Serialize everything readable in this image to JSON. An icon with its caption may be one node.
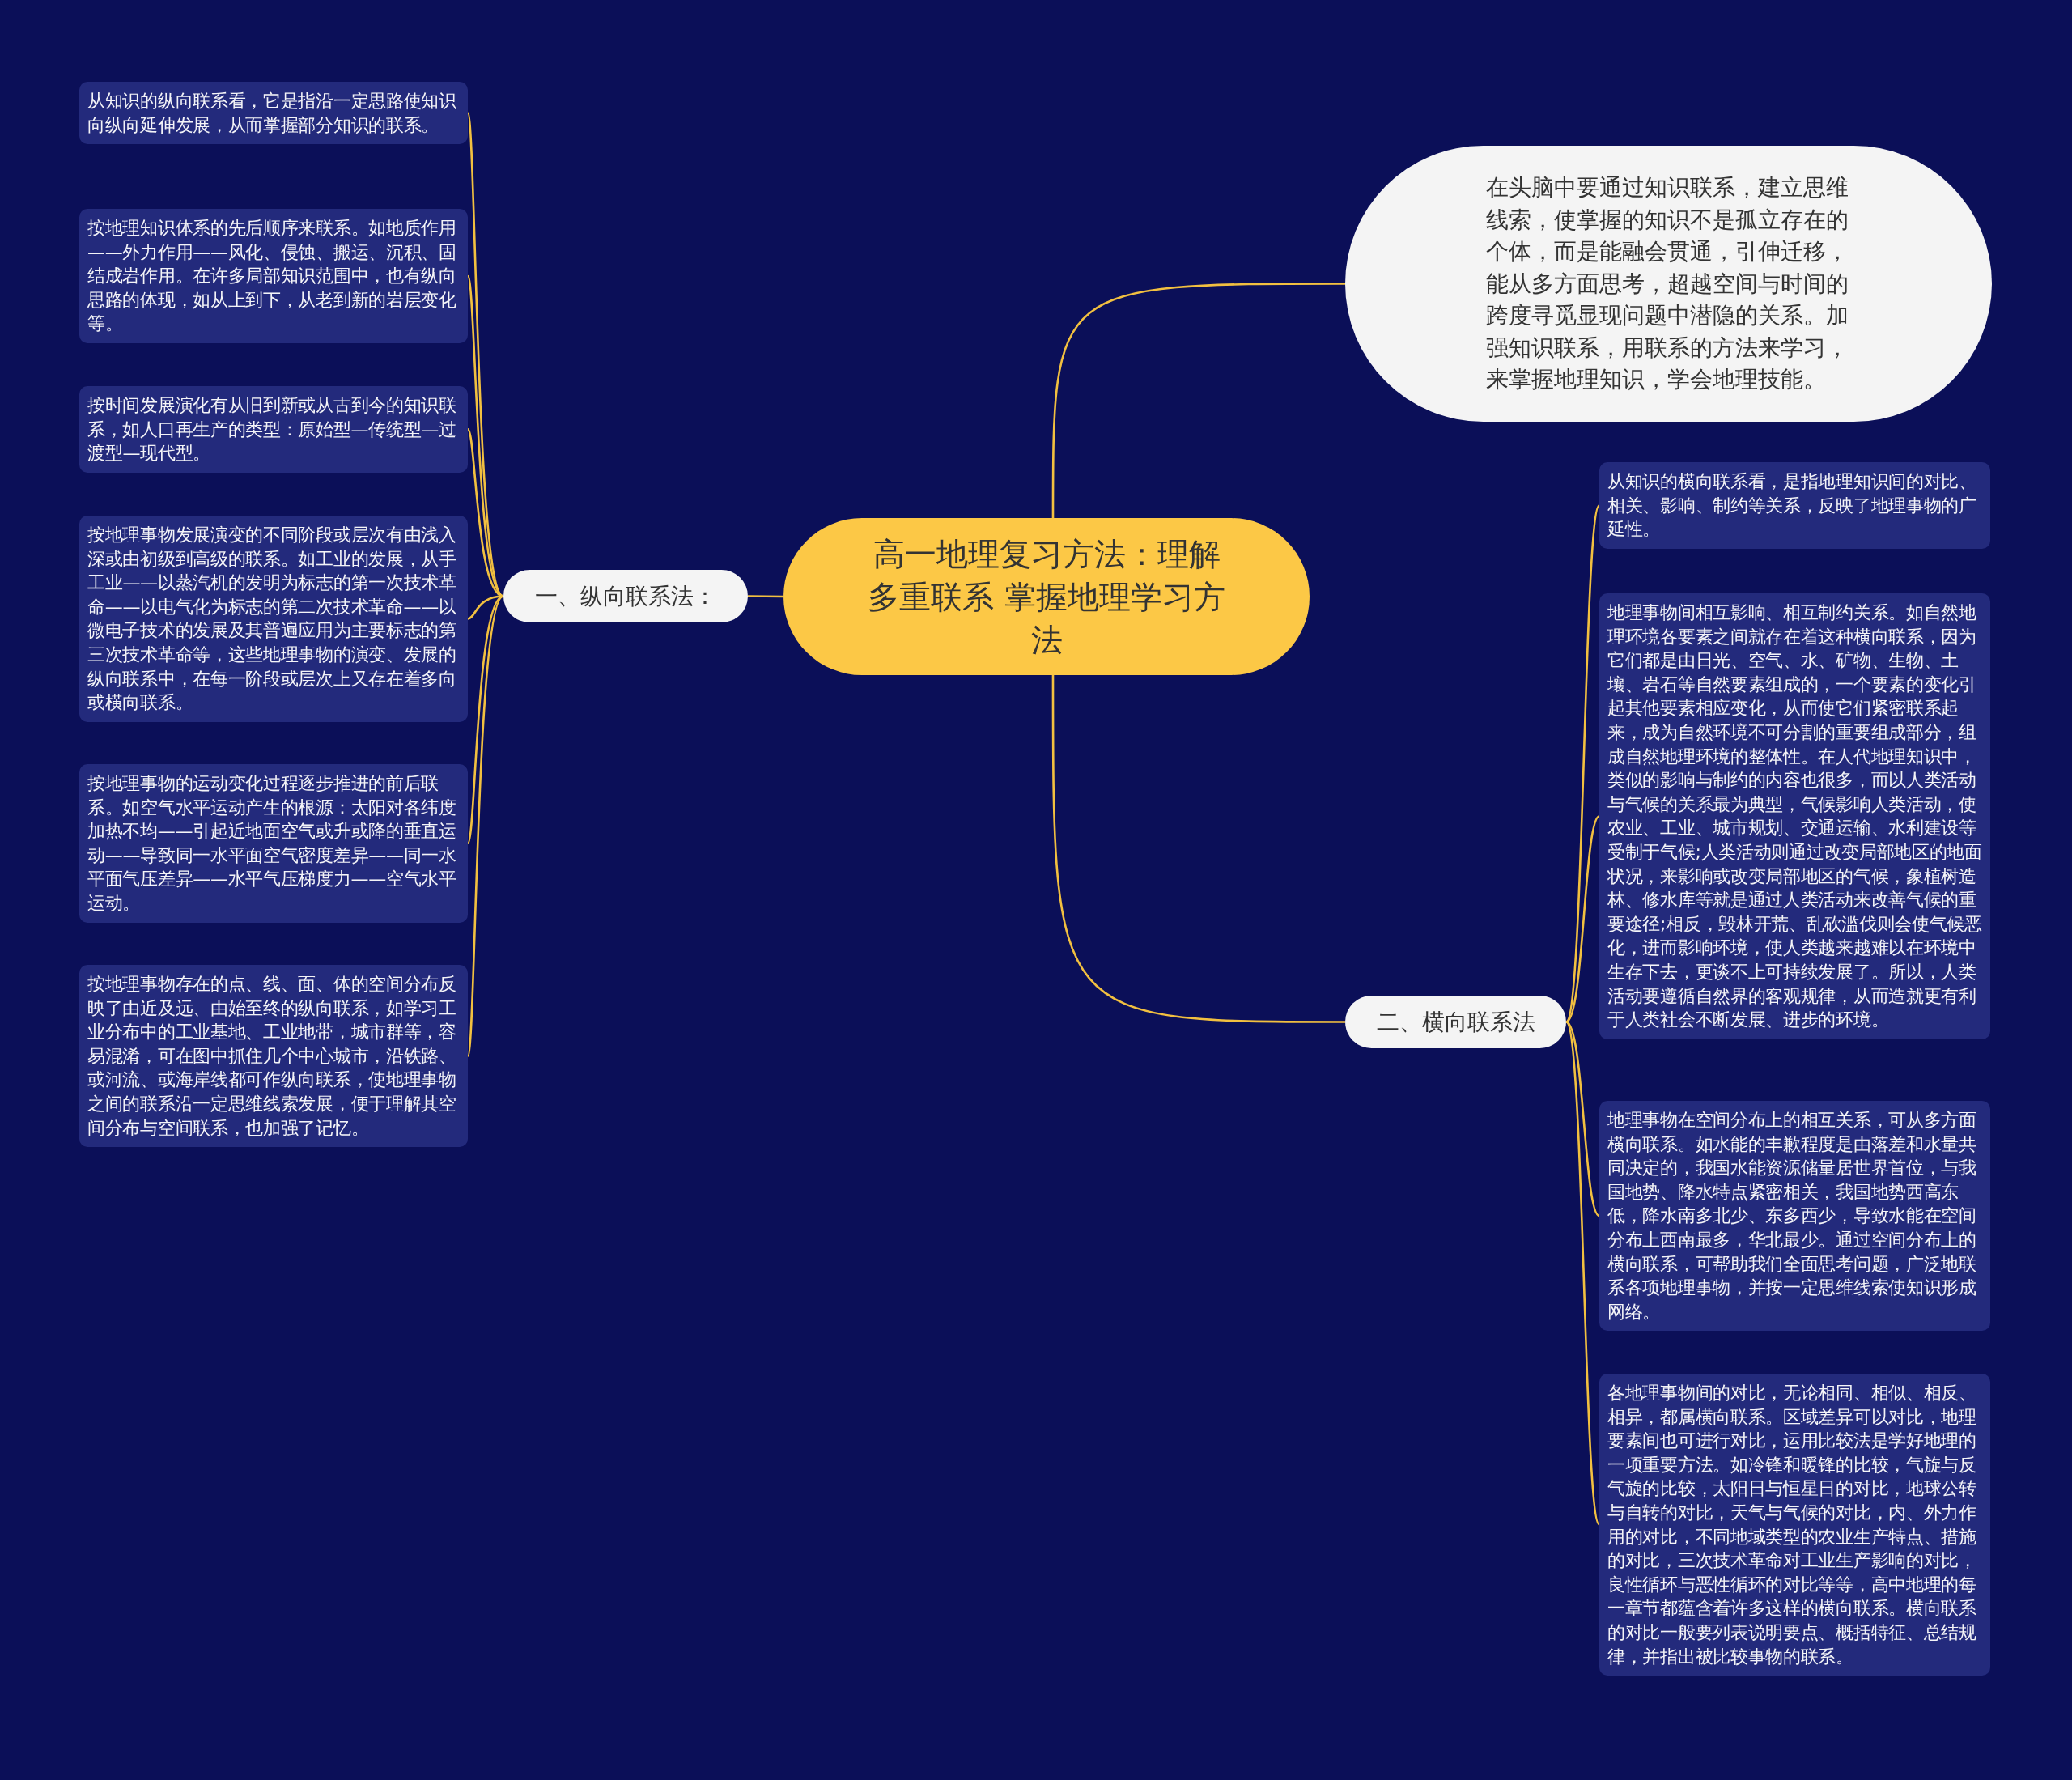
{
  "diagram": {
    "nodes": [
      {
        "text": [
          "高一地理复习方法：理解多重联系 掌握地理学习方法"
        ]
      },
      {
        "text": [
          "一、纵向联系法："
        ]
      },
      {
        "text": [
          "从知识的纵向联系看，它是指沿一定思路使知识向纵向延伸发展，从而掌握部分知识的联系。"
        ]
      },
      {
        "text": [
          "按地理知识体系的先后顺序来联系。如地质作用——外力作用——风化、侵蚀、搬运、沉积、固结成岩作用。在许多局部知识范围中，也有纵向思路的体现，如从上到下，从老到新的岩层变化等。"
        ]
      },
      {
        "text": [
          "按时间发展演化有从旧到新或从古到今的知识联系，如人口再生产的类型：原始型—传统型—过渡型—现代型。"
        ]
      },
      {
        "text": [
          "按地理事物发展演变的不同阶段或层次有由浅入深或由初级到高级的联系。如工业的发展，从手工业——以蒸汽机的发明为标志的第一次技术革命——以电气化为标志的第二次技术革命——以微电子技术的发展及其普遍应用为主要标志的第三次技术革命等，这些地理事物的演变、发展的纵向联系中，在每一阶段或层次上又存在着多向或横向联系。"
        ]
      },
      {
        "text": [
          "按地理事物的运动变化过程逐步推进的前后联系。如空气水平运动产生的根源：太阳对各纬度加热不均——引起近地面空气或升或降的垂直运动——导致同一水平面空气密度差异——同一水平面气压差异——水平气压梯度力——空气水平运动。"
        ]
      },
      {
        "text": [
          "按地理事物存在的点、线、面、体的空间分布反映了由近及远、由始至终的纵向联系，如学习工业分布中的工业基地、工业地带，城市群等，容易混淆，可在图中抓住几个中心城市，沿铁路、或河流、或海岸线都可作纵向联系，使地理事物之间的联系沿一定思维线索发展，便于理解其空间分布与空间联系，也加强了记忆。"
        ]
      },
      {
        "text": [
          "在头脑中要通过知识联系，建立思维线索，使掌握的知识不是孤立存在的个体，而是能融会贯通，引伸迁移，能从多方面思考，超越空间与时间的跨度寻觅显现问题中潜隐的关系。加强知识联系，用联系的方法来学习，来掌握地理知识，学会地理技能。"
        ]
      },
      {
        "text": [
          "二、横向联系法"
        ]
      },
      {
        "text": [
          "从知识的横向联系看，是指地理知识间的对比、相关、影响、制约等关系，反映了地理事物的广延性。"
        ]
      },
      {
        "text": [
          "地理事物间相互影响、相互制约关系。如自然地理环境各要素之间就存在着这种横向联系，因为它们都是由日光、空气、水、矿物、生物、土壤、岩石等自然要素组成的，一个要素的变化引起其他要素相应变化，从而使它们紧密联系起来，成为自然环境不可分割的重要组成部分，组成自然地理环境的整体性。在人代地理知识中，类似的影响与制约的内容也很多，而以人类活动与气候的关系最为典型，气候影响人类活动，使农业、工业、城市规划、交通运输、水利建设等受制于气候;人类活动则通过改变局部地区的地面状况，来影响或改变局部地区的气候，象植树造林、修水库等就是通过人类活动来改善气候的重要途径;相反，毁林开荒、乱砍滥伐则会使气候恶化，进而影响环境，使人类越来越难以在环境中生存下去，更谈不上可持续发展了。所以，人类活动要遵循自然界的客观规律，从而造就更有利于人类社会不断发展、进步的环境。"
        ]
      },
      {
        "text": [
          "地理事物在空间分布上的相互关系，可从多方面横向联系。如水能的丰歉程度是由落差和水量共同决定的，我国水能资源储量居世界首位，与我国地势、降水特点紧密相关，我国地势西高东低，降水南多北少、东多西少，导致水能在空间分布上西南最多，华北最少。通过空间分布上的横向联系，可帮助我们全面思考问题，广泛地联系各项地理事物，并按一定思维线索使知识形成网络。"
        ]
      },
      {
        "text": [
          "各地理事物间的对比，无论相同、相似、相反、相异，都属横向联系。区域差异可以对比，地理要素间也可进行对比，运用比较法是学好地理的一项重要方法。如冷锋和暖锋的比较，气旋与反气旋的比较，太阳日与恒星日的对比，地球公转与自转的对比，天气与气候的对比，内、外力作用的对比，不同地域类型的农业生产特点、措施的对比，三次技术革命对工业生产影响的对比，良性循环与恶性循环的对比等等，高中地理的每一章节都蕴含着许多这样的横向联系。横向联系的对比一般要列表说明要点、概括特征、总结规律，并指出被比较事物的联系。"
        ]
      }
    ],
    "edges": [
      {
        "from": 0,
        "to": 8,
        "arrow": "none"
      },
      {
        "from": 0,
        "to": 1,
        "arrow": "none"
      },
      {
        "from": 0,
        "to": 9,
        "arrow": "none"
      },
      {
        "from": 1,
        "to": 2,
        "arrow": "none"
      },
      {
        "from": 1,
        "to": 3,
        "arrow": "none"
      },
      {
        "from": 1,
        "to": 4,
        "arrow": "none"
      },
      {
        "from": 1,
        "to": 5,
        "arrow": "none"
      },
      {
        "from": 1,
        "to": 6,
        "arrow": "none"
      },
      {
        "from": 1,
        "to": 7,
        "arrow": "none"
      },
      {
        "from": 9,
        "to": 10,
        "arrow": "none"
      },
      {
        "from": 9,
        "to": 11,
        "arrow": "none"
      },
      {
        "from": 9,
        "to": 12,
        "arrow": "none"
      },
      {
        "from": 9,
        "to": 13,
        "arrow": "none"
      }
    ]
  }
}
